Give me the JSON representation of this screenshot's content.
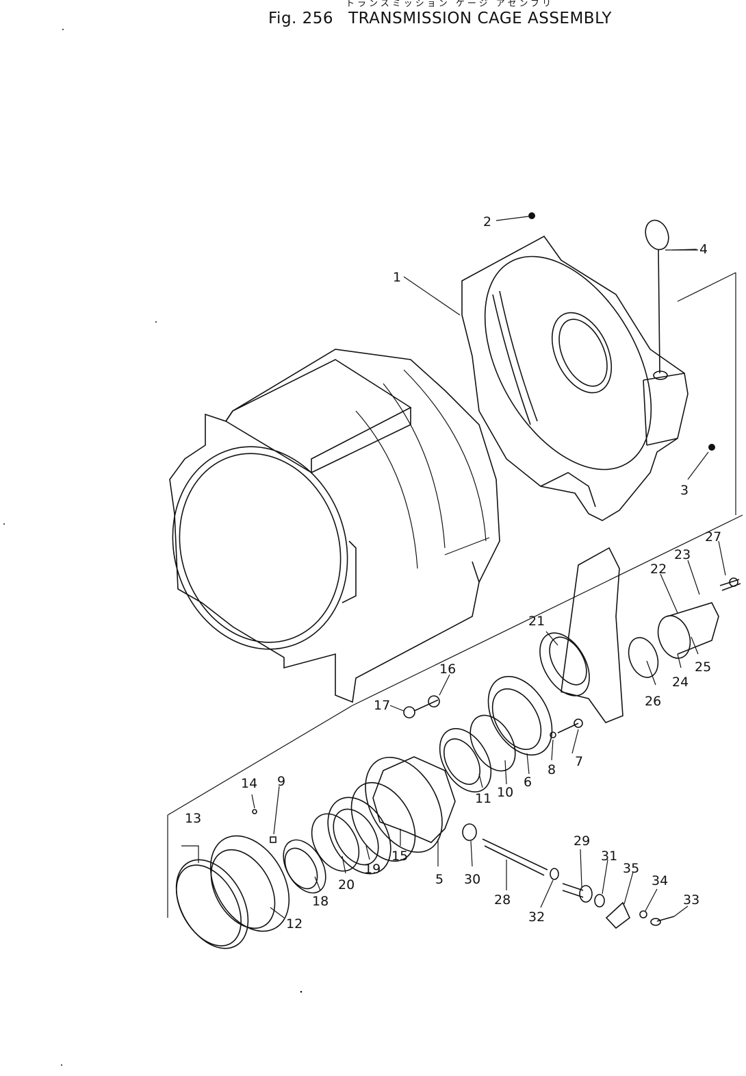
{
  "title": {
    "figure": "Fig. 256",
    "name": "TRANSMISSION CAGE ASSEMBLY",
    "japanese": "トランスミッション ケージ アセンブリ"
  },
  "callouts": [
    "1",
    "2",
    "3",
    "4",
    "5",
    "6",
    "7",
    "8",
    "9",
    "10",
    "11",
    "12",
    "13",
    "14",
    "15",
    "16",
    "17",
    "18",
    "19",
    "20",
    "21",
    "22",
    "23",
    "24",
    "25",
    "26",
    "27",
    "28",
    "29",
    "30",
    "31",
    "32",
    "33",
    "34",
    "35"
  ]
}
